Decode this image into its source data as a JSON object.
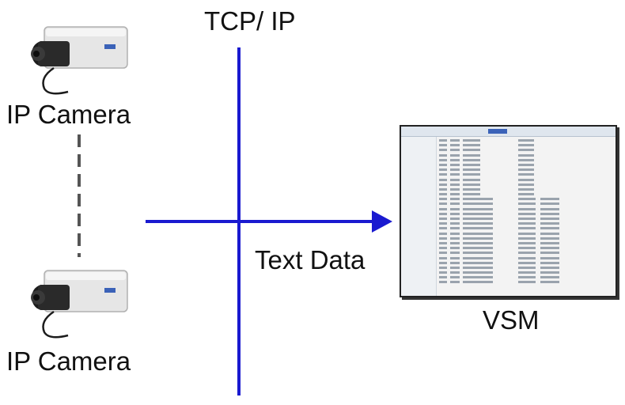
{
  "labels": {
    "top_network": "TCP/ IP",
    "camera_1": "IP Camera",
    "camera_2": "IP Camera",
    "flow": "Text Data",
    "receiver": "VSM"
  },
  "colors": {
    "line": "#1a1ad0",
    "text": "#111111",
    "camera_body": "#e6e6e6",
    "lens": "#1c1c1c",
    "dash": "#555555"
  },
  "icons": {
    "camera": "ip-camera-icon",
    "arrow": "arrow-right-icon",
    "monitor": "software-screen-icon"
  }
}
